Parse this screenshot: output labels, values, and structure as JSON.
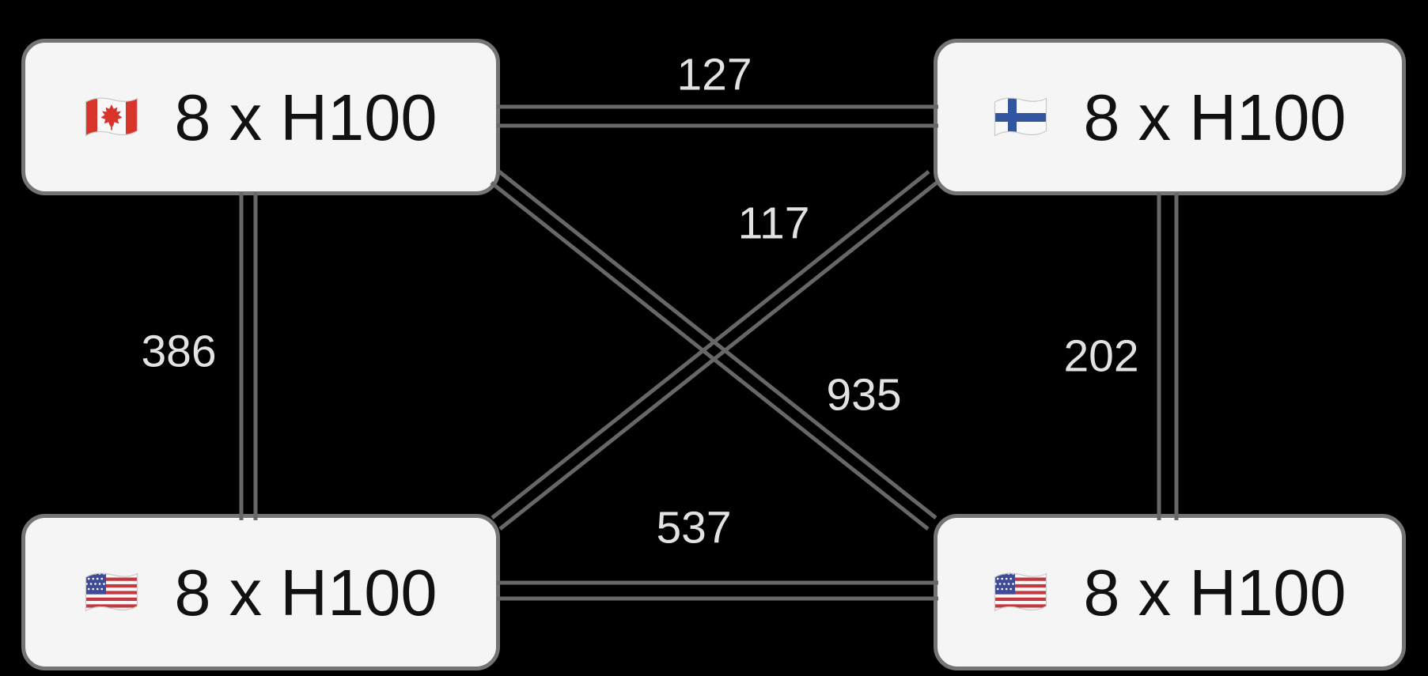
{
  "diagram": {
    "type": "graph",
    "background_color": "#000000",
    "node_fill": "#f5f5f5",
    "node_border_color": "#747474",
    "node_text_color": "#111111",
    "edge_color": "#676767",
    "edge_label_color": "#e2e2e2",
    "nodes": [
      {
        "id": "top-left",
        "flag_icon": "canada-flag-icon",
        "label": "8 x H100"
      },
      {
        "id": "top-right",
        "flag_icon": "finland-flag-icon",
        "label": "8 x H100"
      },
      {
        "id": "bottom-left",
        "flag_icon": "us-flag-icon",
        "label": "8 x H100"
      },
      {
        "id": "bottom-right",
        "flag_icon": "us-flag-icon",
        "label": "8 x H100"
      }
    ],
    "edges": [
      {
        "from": "top-left",
        "to": "top-right",
        "label": "127"
      },
      {
        "from": "top-left",
        "to": "bottom-left",
        "label": "386"
      },
      {
        "from": "top-right",
        "to": "bottom-right",
        "label": "202"
      },
      {
        "from": "bottom-left",
        "to": "bottom-right",
        "label": "537"
      },
      {
        "from": "top-left",
        "to": "bottom-right",
        "label": "935"
      },
      {
        "from": "top-right",
        "to": "bottom-left",
        "label": "117"
      }
    ]
  }
}
